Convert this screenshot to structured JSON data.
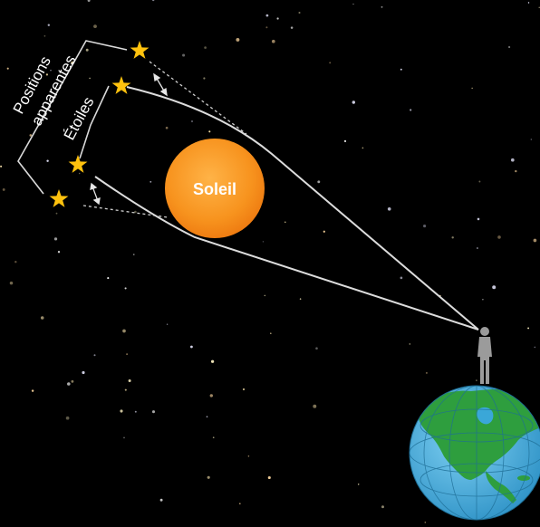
{
  "labels": {
    "sun": "Soleil",
    "apparent_positions": "Positions apparentes",
    "apparent_positions_line1": "Positions",
    "apparent_positions_line2": "apparentes",
    "stars": "Étoiles"
  },
  "colors": {
    "background": "#000000",
    "sun_fill": "#f7931e",
    "sun_edge": "#f47b12",
    "star": "#ffc20e",
    "light_path": "#d9d9d9",
    "ocean": "#3aa7d8",
    "land": "#2e9e3e",
    "observer": "#9b9b9b"
  },
  "icons": {
    "star": "star-icon",
    "sun": "sun-icon",
    "earth": "earth-globe-icon",
    "observer": "observer-icon"
  }
}
